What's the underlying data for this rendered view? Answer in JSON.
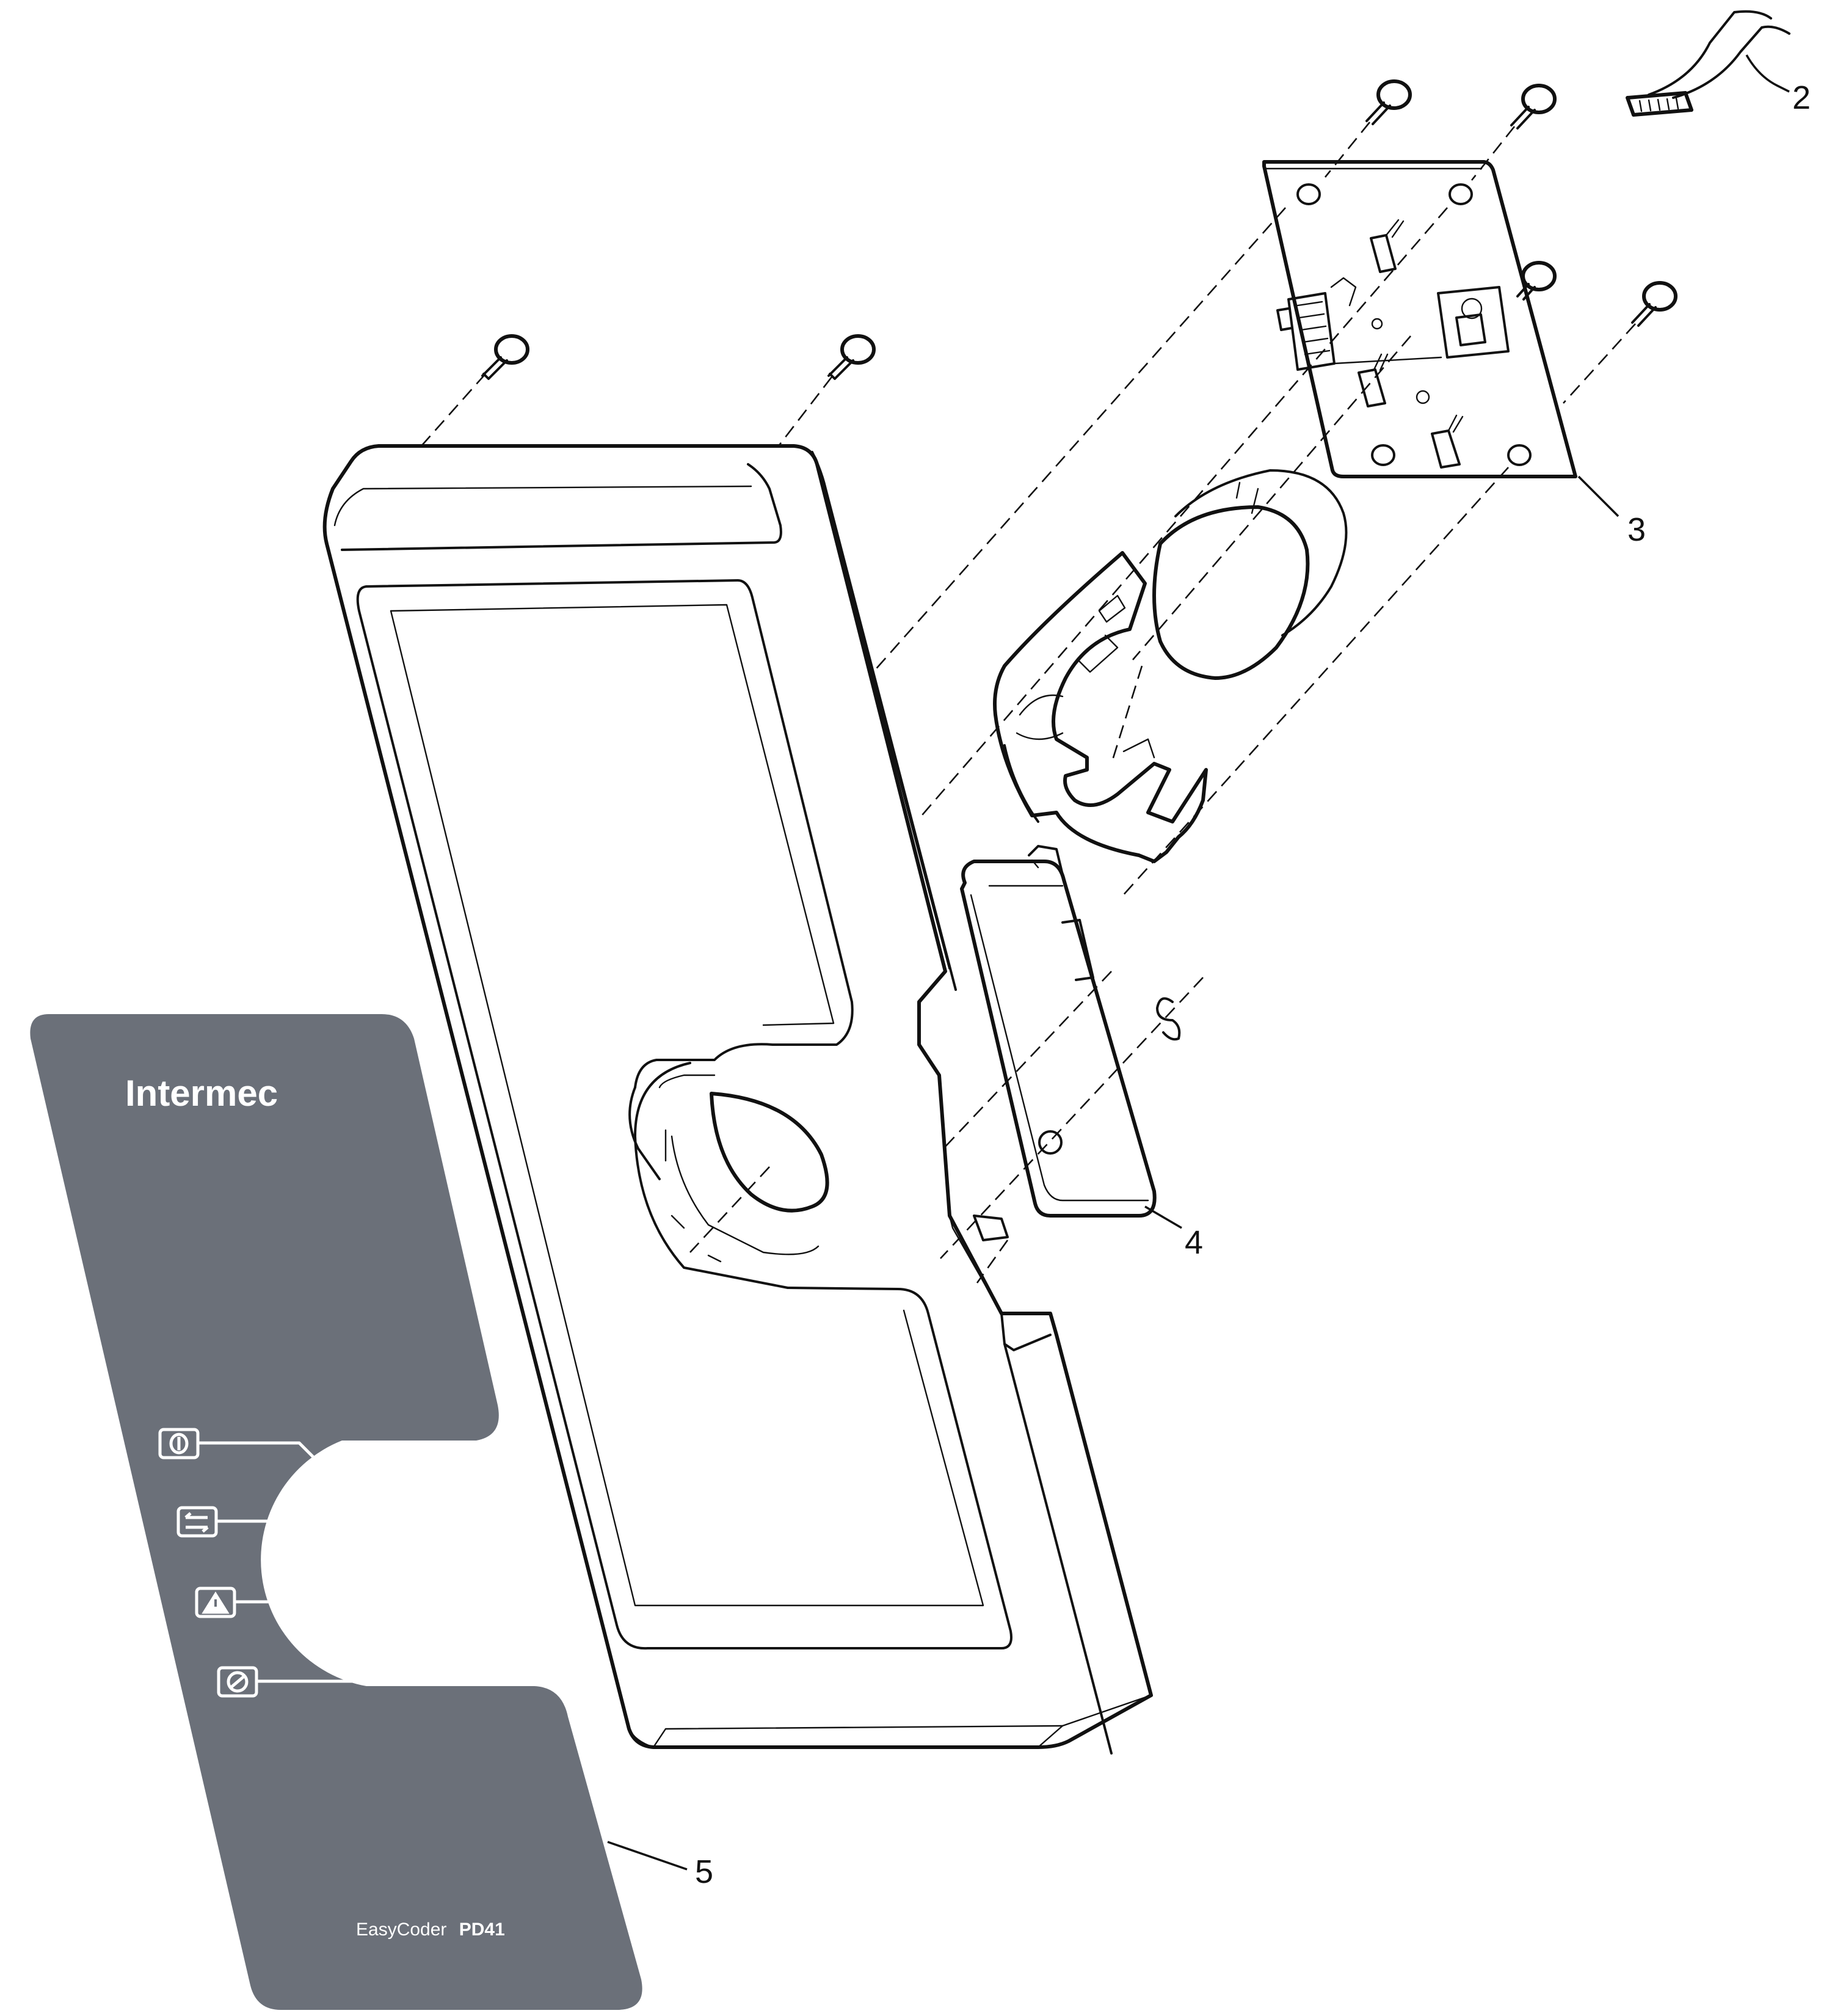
{
  "callouts": [
    {
      "id": "2",
      "label": "2"
    },
    {
      "id": "3",
      "label": "3"
    },
    {
      "id": "4",
      "label": "4"
    },
    {
      "id": "5",
      "label": "5"
    }
  ],
  "overlay": {
    "brand": "Intermec",
    "model_prefix": "EasyCoder",
    "model_name": "PD41",
    "panel_color": "#6b7079",
    "icons": [
      "power-icon",
      "feed-icon",
      "warning-icon",
      "error-icon"
    ]
  }
}
